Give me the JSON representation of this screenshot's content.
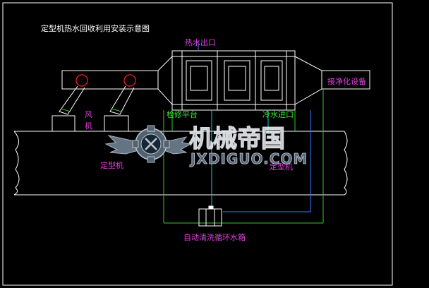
{
  "title": "定型机热水回收利用安装示意图",
  "labels": {
    "hot_water_outlet": "热水出口",
    "purification_connect": "接净化设备",
    "fan_char1": "风",
    "fan_char2": "机",
    "maintenance_platform": "检修平台",
    "cold_water_inlet": "冷水进口",
    "setting_machine_left": "定型机",
    "setting_machine_right": "定型机",
    "water_tank": "自动清洗循环水箱"
  },
  "watermark": {
    "cn": "机械帝国",
    "en": "JXDIGUO.COM"
  },
  "colors": {
    "background": "#000000",
    "line_white": "#ffffff",
    "text_magenta": "#e040e0",
    "text_green": "#38e838",
    "pipe_green": "#30c830",
    "pipe_cyan": "#20c8c8",
    "pipe_blue": "#3c7cff",
    "fan_red": "#ff2020"
  },
  "icons": {
    "logo": "winged-gear-logo"
  }
}
